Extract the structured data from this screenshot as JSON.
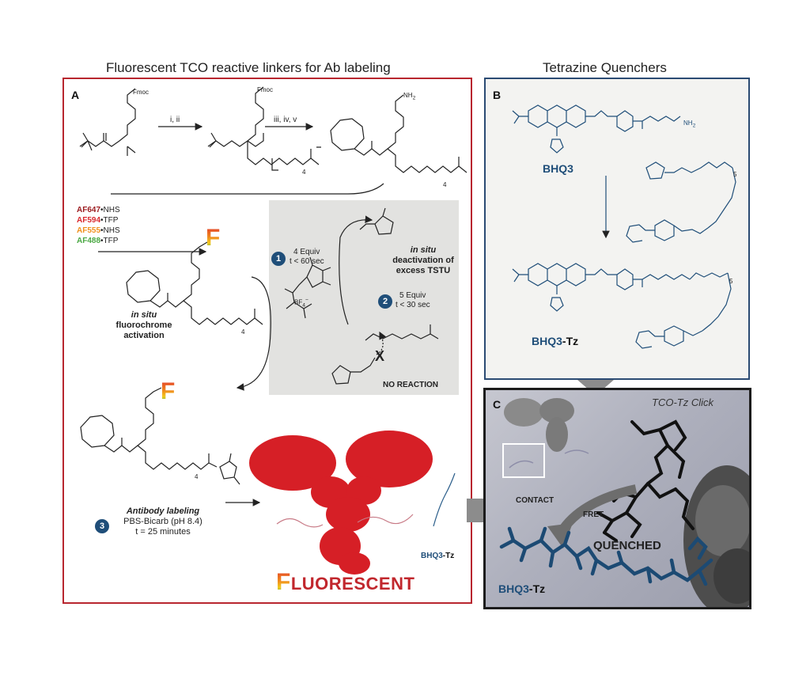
{
  "titles": {
    "left": "Fluorescent TCO reactive linkers for Ab labeling",
    "right": "Tetrazine Quenchers"
  },
  "panels": {
    "a": "A",
    "b": "B",
    "c": "C"
  },
  "panel_a": {
    "fmoc1": "Fmoc",
    "fmoc2": "Fmoc",
    "nh2": "NH",
    "step1": "i, ii",
    "step2": "iii, iv, v",
    "dyes": [
      {
        "name": "AF647",
        "suffix": "•NHS",
        "color": "#9b1c20"
      },
      {
        "name": "AF594",
        "suffix": "•TFP",
        "color": "#d9292e"
      },
      {
        "name": "AF555",
        "suffix": "•NHS",
        "color": "#f0901e"
      },
      {
        "name": "AF488",
        "suffix": "•TFP",
        "color": "#4aa843"
      }
    ],
    "activation": [
      "in situ",
      "fluorochrome",
      "activation"
    ],
    "step_num_1": "1",
    "equiv1": "4 Equiv",
    "time1": "t < 60 sec",
    "step_num_2": "2",
    "equiv2": "5 Equiv",
    "time2": "t < 30 sec",
    "deactivation": [
      "in situ",
      "deactivation of",
      "excess TSTU"
    ],
    "bf4": "BF",
    "no_reaction": "NO REACTION",
    "x_mark": "X",
    "step_num_3": "3",
    "antibody": [
      "Antibody labeling",
      "PBS-Bicarb (pH 8.4)",
      "t = 25 minutes"
    ],
    "fluorescent_first": "F",
    "fluorescent_rest": "LUORESCENT",
    "bhq3tz_small": "BHQ3",
    "bhq3tz_small_tz": "-Tz",
    "sub4a": "4",
    "sub4b": "4",
    "sub4c": "4",
    "sub4d": "4"
  },
  "panel_b": {
    "bhq3": "BHQ3",
    "bhq3tz": "BHQ3",
    "bhq3tz_tz": "-Tz",
    "sub5a": "5",
    "sub5b": "5",
    "nh2": "NH"
  },
  "panel_c": {
    "click": "TCO-Tz Click",
    "contact": "CONTACT",
    "fret": "FRET",
    "quenched": "QUENCHED",
    "bhq3tz": "BHQ3",
    "bhq3tz_tz": "-Tz"
  },
  "colors": {
    "red_border": "#b8262f",
    "blue_border": "#2b4b73",
    "blue_struct": "#1f4e79",
    "antibody": "#d61f26"
  }
}
